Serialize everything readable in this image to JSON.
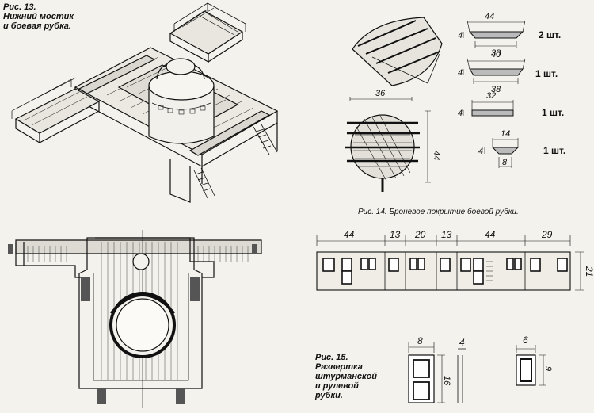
{
  "fig13": {
    "title": "Рис. 13.",
    "lines": [
      "Нижний мостик",
      "и боевая рубка."
    ]
  },
  "fig14": {
    "caption": "Рис. 14. Броневое покрытие боевой рубки.",
    "plates": [
      {
        "top_dim": "44",
        "bottom_dim": "38",
        "thickness": "4",
        "qty": "2 шт."
      },
      {
        "top_dim": "40",
        "bottom_dim": "38",
        "thickness": "4",
        "qty": "1 шт."
      },
      {
        "top_dim": "32",
        "bottom_dim": "",
        "thickness": "4",
        "qty": "1 шт."
      },
      {
        "top_dim": "14",
        "bottom_dim": "8",
        "thickness": "4",
        "qty": "1 шт."
      }
    ],
    "plan_width": "36",
    "plan_height": "44"
  },
  "fig15": {
    "title": "Рис. 15.",
    "lines": [
      "Развертка",
      "штурманской",
      "и рулевой",
      "рубки."
    ],
    "strip_dims": [
      "44",
      "13",
      "20",
      "13",
      "44",
      "29"
    ],
    "strip_height": "21",
    "window_a": {
      "width": "8",
      "height": "16",
      "side": "4"
    },
    "window_b": {
      "width": "6",
      "height": "9"
    }
  }
}
